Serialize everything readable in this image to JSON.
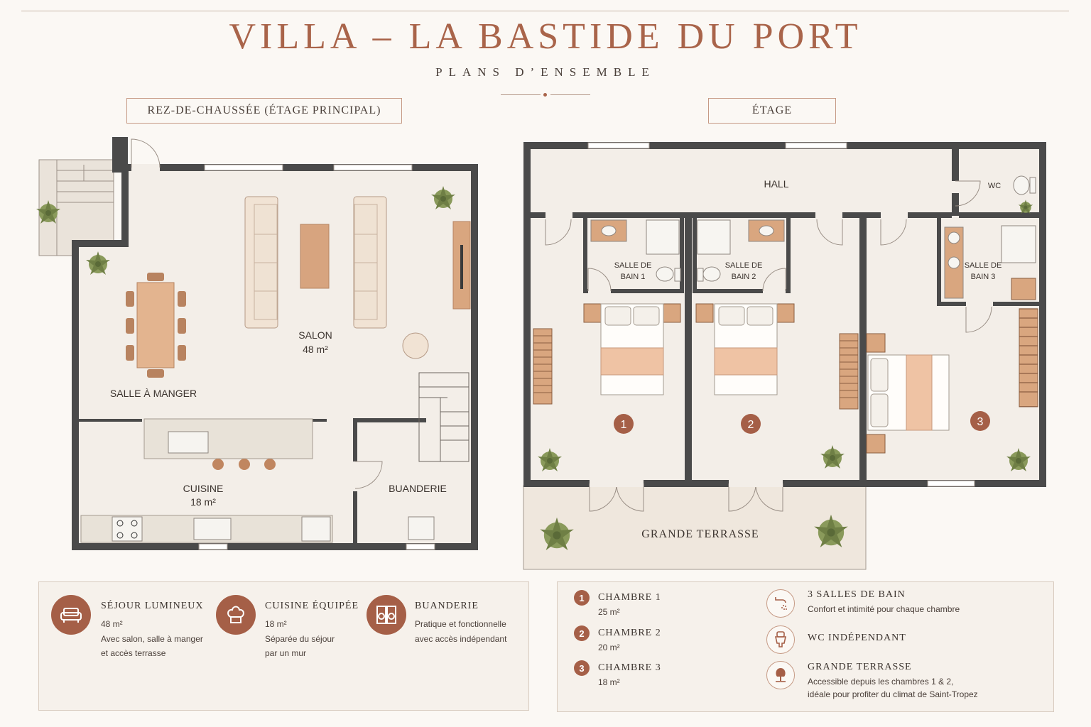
{
  "header": {
    "title": "VILLA – LA BASTIDE DU PORT",
    "subtitle": "PLANS D’ENSEMBLE"
  },
  "ground_floor": {
    "label": "REZ-DE-CHAUSSÉE (ÉTAGE PRINCIPAL)",
    "rooms": {
      "salon_name": "SALON",
      "salon_area": "48 m²",
      "dining": "SALLE À MANGER",
      "kitchen_name": "CUISINE",
      "kitchen_area": "18 m²",
      "laundry": "BUANDERIE"
    }
  },
  "upper_floor": {
    "label": "ÉTAGE",
    "rooms": {
      "hall": "HALL",
      "wc": "WC",
      "bath1_a": "SALLE DE",
      "bath1_b": "BAIN 1",
      "bath2_a": "SALLE DE",
      "bath2_b": "BAIN 2",
      "bath3_a": "SALLE DE",
      "bath3_b": "BAIN 3",
      "terrace": "GRANDE TERRASSE"
    },
    "bedroom_markers": [
      "1",
      "2",
      "3"
    ]
  },
  "legend_ground": [
    {
      "icon": "sofa-icon",
      "title": "SÉJOUR LUMINEUX",
      "line1": "48 m²",
      "line2": "Avec salon, salle à manger",
      "line3": "et accès terrasse"
    },
    {
      "icon": "chef-hat-icon",
      "title": "CUISINE ÉQUIPÉE",
      "line1": "18 m²",
      "line2": "Séparée du séjour",
      "line3": "par un mur"
    },
    {
      "icon": "washing-machine-icon",
      "title": "BUANDERIE",
      "line1": "Pratique et fonctionnelle",
      "line2": "avec accès indépendant",
      "line3": ""
    }
  ],
  "legend_upper_rooms": [
    {
      "num": "1",
      "title": "CHAMBRE 1",
      "area": "25 m²"
    },
    {
      "num": "2",
      "title": "CHAMBRE 2",
      "area": "20 m²"
    },
    {
      "num": "3",
      "title": "CHAMBRE 3",
      "area": "18 m²"
    }
  ],
  "legend_upper_features": [
    {
      "icon": "shower-icon",
      "title": "3 SALLES DE BAIN",
      "line1": "Confort et intimité pour chaque chambre",
      "line2": ""
    },
    {
      "icon": "toilet-icon",
      "title": "WC INDÉPENDANT",
      "line1": "",
      "line2": ""
    },
    {
      "icon": "tree-icon",
      "title": "GRANDE TERRASSE",
      "line1": "Accessible depuis les chambres 1 & 2,",
      "line2": "idéale pour profiter du climat de Saint-Tropez"
    }
  ],
  "colors": {
    "accent": "#a55f47",
    "wall": "#4a4a4a",
    "floor": "#f3eee8",
    "bedding": "#efc3a4",
    "wood": "#d9a67f"
  }
}
